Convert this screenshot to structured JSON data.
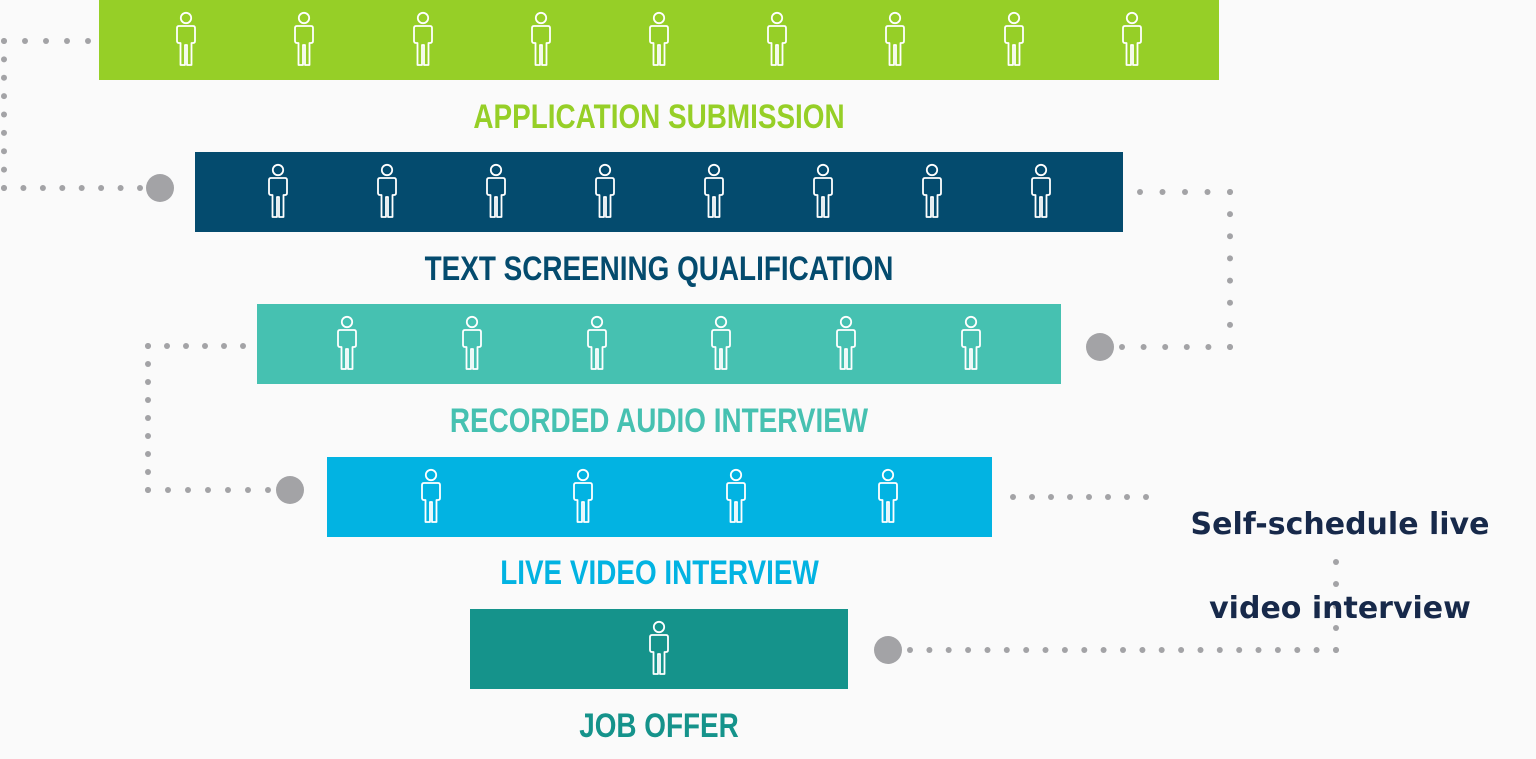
{
  "colors": {
    "background": "#fafafa",
    "connector": "#a3a3a6",
    "icon_stroke": "#ffffff",
    "note_text": "#17294a"
  },
  "stages": [
    {
      "label": "APPLICATION SUBMISSION",
      "people": 9,
      "color": "#96cf27",
      "label_color": "#96cf27"
    },
    {
      "label": "TEXT SCREENING QUALIFICATION",
      "people": 8,
      "color": "#044b6e",
      "label_color": "#044b6e"
    },
    {
      "label": "RECORDED AUDIO INTERVIEW",
      "people": 6,
      "color": "#46c1b1",
      "label_color": "#46c1b1"
    },
    {
      "label": "LIVE VIDEO INTERVIEW",
      "people": 4,
      "color": "#02b3e2",
      "label_color": "#02b3e2"
    },
    {
      "label": "JOB OFFER",
      "people": 1,
      "color": "#15938b",
      "label_color": "#15938b"
    }
  ],
  "note": {
    "line1": "Self-schedule live",
    "line2": "video interview"
  },
  "icons": {
    "person": "person-outline-icon",
    "connector_end": "dot-icon"
  }
}
